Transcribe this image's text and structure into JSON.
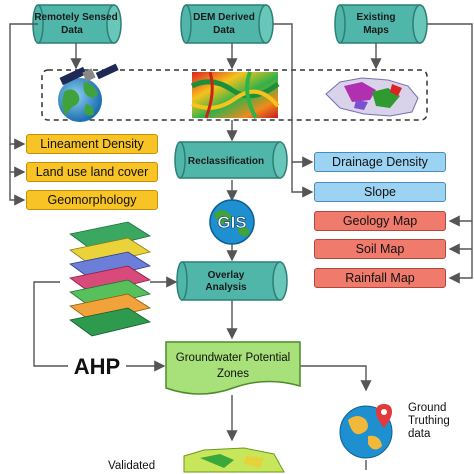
{
  "inputs": {
    "remote": "Remotely Sensed Data",
    "dem": "DEM Derived Data",
    "maps": "Existing Maps"
  },
  "process": {
    "reclass": "Reclassification",
    "gis": "GIS",
    "overlay": "Overlay Analysis"
  },
  "left_layers": [
    "Lineament Density",
    "Land use land cover",
    "Geomorphology"
  ],
  "right_layers": {
    "dem": [
      "Drainage Density",
      "Slope"
    ],
    "maps": [
      "Geology Map",
      "Soil Map",
      "Rainfall Map"
    ]
  },
  "ahp": "AHP",
  "result": "Groundwater Potential Zones",
  "ground_truth": "Ground Truthing data",
  "validated": "Validated",
  "colors": {
    "cylinder": "#4fb6a9",
    "yellow": "#f7c325",
    "blue": "#9cd3f2",
    "red": "#f07a6c",
    "result": "#a8e07a",
    "arrow": "#555555"
  }
}
